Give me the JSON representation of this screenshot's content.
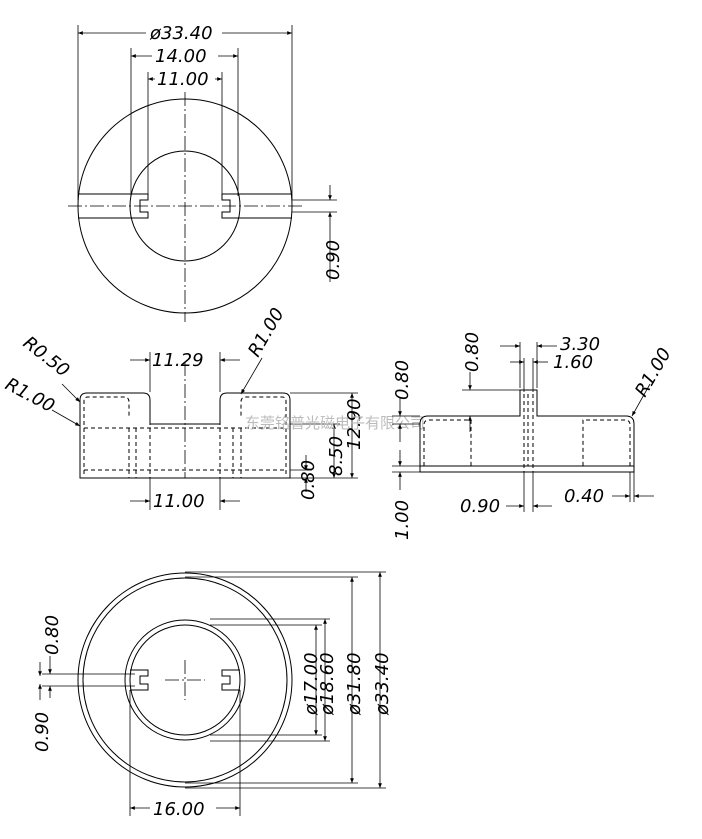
{
  "top_view": {
    "outer_diameter": "ø33.40",
    "slot_outer_width": "14.00",
    "slot_inner_width": "11.00",
    "slot_height": "0.90"
  },
  "front_view": {
    "corner_radius_left": "R0.50",
    "corner_radius_left_2": "R1.00",
    "corner_radius_right": "R1.00",
    "inner_width_top": "11.29",
    "inner_width_bottom": "11.00",
    "total_height": "12.90",
    "inner_height": "8.50",
    "base_step": "0.80"
  },
  "side_view": {
    "top_width": "3.30",
    "inner_width": "1.60",
    "radius": "R1.00",
    "left_step_top": "0.80",
    "left_step": "0.80",
    "base_height": "1.00",
    "gap_width": "0.90",
    "edge_width": "0.40"
  },
  "bottom_view": {
    "d1": "ø17.00",
    "d2": "ø18.60",
    "d3": "ø31.80",
    "d4": "ø33.40",
    "slot_left_outer": "0.80",
    "slot_left_inner": "0.90",
    "width": "16.00"
  },
  "watermark": "东莞铭普光磁电子有限公司"
}
